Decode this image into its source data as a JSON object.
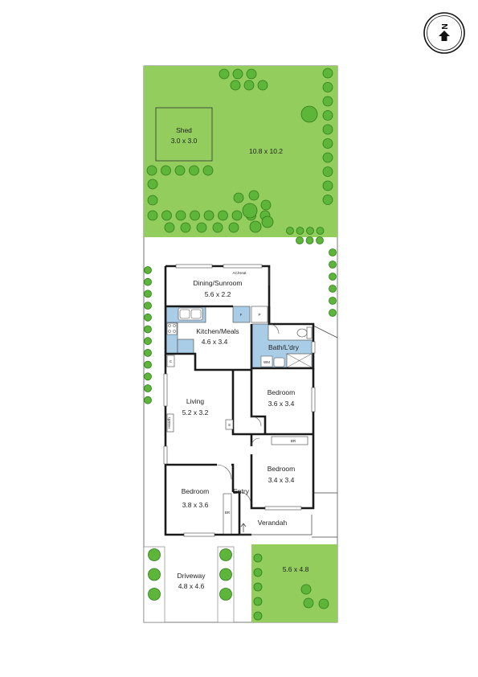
{
  "compass": {
    "letter": "N"
  },
  "rooms": {
    "shed": {
      "name": "Shed",
      "size": "3.0 x 3.0"
    },
    "backyard": {
      "size": "10.8 x 10.2"
    },
    "dining": {
      "name": "Dining/Sunroom",
      "size": "5.6 x 2.2"
    },
    "kitchen": {
      "name": "Kitchen/Meals",
      "size": "4.6 x 3.4"
    },
    "bath": {
      "name": "Bath/L'dry"
    },
    "living": {
      "name": "Living",
      "size": "5.2 x 3.2"
    },
    "bedroom_right_top": {
      "name": "Bedroom",
      "size": "3.6 x 3.4"
    },
    "bedroom_right_bottom": {
      "name": "Bedroom",
      "size": "3.4 x 3.4"
    },
    "bedroom_front": {
      "name": "Bedroom",
      "size": "3.8 x 3.6"
    },
    "entry": {
      "name": "Entry"
    },
    "verandah": {
      "name": "Verandah"
    },
    "driveway": {
      "name": "Driveway",
      "size": "4.8 x 4.6"
    },
    "front_yard": {
      "size": "5.6 x 4.8"
    }
  },
  "fixtures": {
    "ac_heat": "AC/Heat",
    "pantry": "P",
    "fridge": "F",
    "cupboard": "C",
    "store": "S",
    "hearth": "Hearth",
    "wm": "WM",
    "br1": "BR",
    "br2": "BR"
  }
}
